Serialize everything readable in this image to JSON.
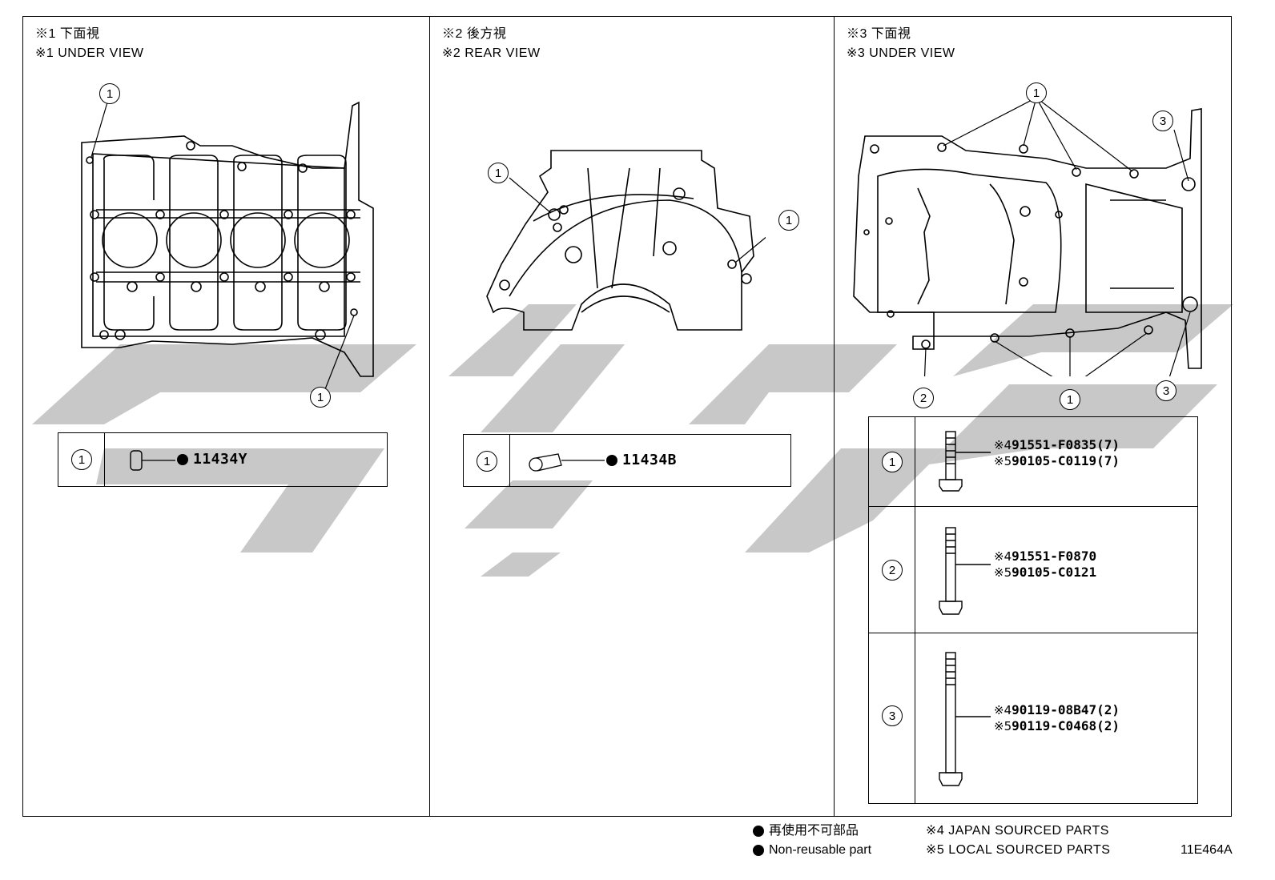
{
  "panels": [
    {
      "title_jp": "※1 下面視",
      "title_en": "※1 UNDER VIEW"
    },
    {
      "title_jp": "※2 後方視",
      "title_en": "※2 REAR VIEW"
    },
    {
      "title_jp": "※3 下面視",
      "title_en": "※3 UNDER VIEW"
    }
  ],
  "callout_label": "1",
  "panel1_part": {
    "index": "1",
    "part_number": "11434Y"
  },
  "panel2_part": {
    "index": "1",
    "part_number": "11434B"
  },
  "bolts": [
    {
      "index": "1",
      "line1_mark": "※4",
      "line1_pn": "91551-F0835(7)",
      "line2_mark": "※5",
      "line2_pn": "90105-C0119(7)"
    },
    {
      "index": "2",
      "line1_mark": "※4",
      "line1_pn": "91551-F0870",
      "line2_mark": "※5",
      "line2_pn": "90105-C0121"
    },
    {
      "index": "3",
      "line1_mark": "※4",
      "line1_pn": "90119-08B47(2)",
      "line2_mark": "※5",
      "line2_pn": "90119-C0468(2)"
    }
  ],
  "callouts3": {
    "c1": "1",
    "c2": "2",
    "c3": "3"
  },
  "legend": {
    "nonreuse_jp": "再使用不可部品",
    "nonreuse_en": "Non-reusable part",
    "japan": "※4 JAPAN SOURCED PARTS",
    "local": "※5 LOCAL SOURCED PARTS",
    "code": "11E464A"
  }
}
